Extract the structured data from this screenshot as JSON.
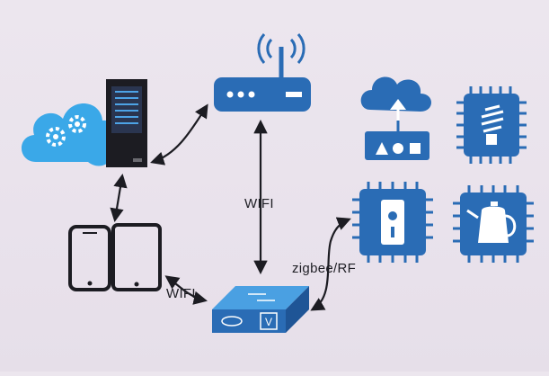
{
  "labels": {
    "wifi_vertical": "WIFI",
    "wifi_phone": "WIFI",
    "zigbee": "zigbee/RF"
  },
  "switch_letter": "V",
  "icons": [
    "cloud-gear-icon",
    "server-icon",
    "router-icon",
    "phone-icon",
    "tablet-icon",
    "switch-icon",
    "cloud-upload-icon",
    "bulb-chip-icon",
    "lock-chip-icon",
    "kettle-chip-icon"
  ],
  "colors": {
    "blue": "#2a6cb5",
    "cloud_blue": "#3aa8e8",
    "dark": "#1c1c22",
    "background": "#ebe4ed"
  }
}
